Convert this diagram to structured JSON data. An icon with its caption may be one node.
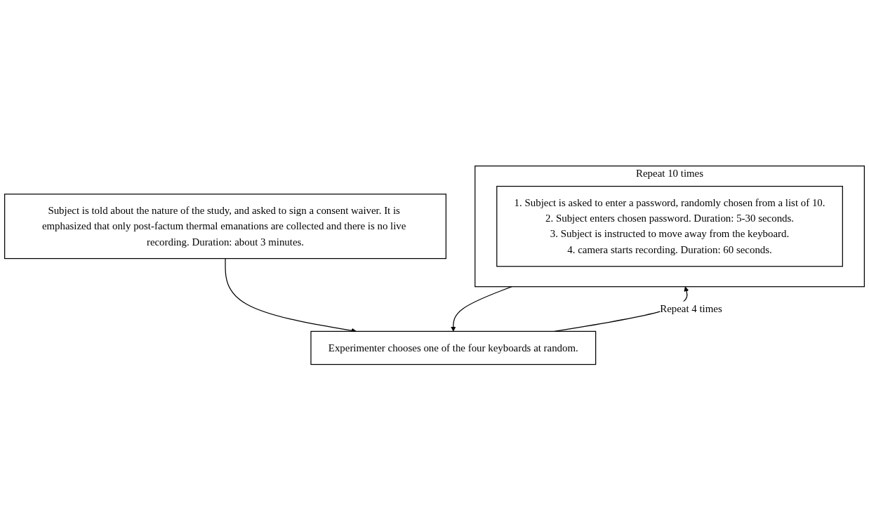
{
  "diagram": {
    "nodes": [
      {
        "text": [
          "Subject is told about the nature of the study, and asked to sign a consent waiver. It is emphasized that only post-factum thermal emanations are collected and there is no live recording. Duration: about 3 minutes."
        ]
      },
      {
        "text": [
          "Experimenter chooses one of the four keyboards at random."
        ]
      },
      {
        "text": [
          "Repeat 10 times"
        ]
      },
      {
        "text": [
          "1. Subject is asked to enter a password, randomly chosen from a list of 10.",
          "2. Subject enters chosen password. Duration: 5-30 seconds.",
          "3. Subject is instructed to move away from the keyboard.",
          "4. camera starts recording. Duration: 60 seconds."
        ],
        "in": 2
      }
    ],
    "edges": [
      {
        "from": 0,
        "to": 1,
        "arrow": "to"
      },
      {
        "from": 1,
        "to": 2,
        "arrow": "to",
        "label": "Repeat 4 times"
      },
      {
        "from": 2,
        "to": 1,
        "arrow": "to"
      }
    ]
  }
}
